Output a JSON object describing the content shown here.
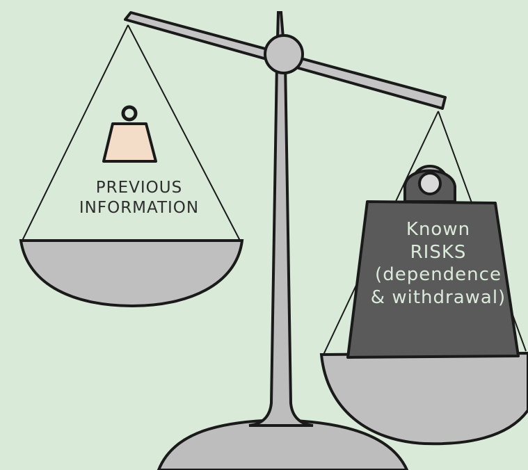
{
  "left_pan": {
    "label_lines": [
      "PREVIOUS",
      "INFORMATION"
    ],
    "weight_icon": "small-weight-icon",
    "weight_color": "#f3dcc8"
  },
  "right_pan": {
    "label_lines": [
      "Known",
      "RISKS",
      "(dependence",
      "& withdrawal)"
    ],
    "weight_icon": "large-weight-icon",
    "weight_color": "#5a5a5a"
  },
  "colors": {
    "background": "#d9ead8",
    "scale_gray": "#bfbfbf",
    "outline": "#1a1a1a"
  }
}
